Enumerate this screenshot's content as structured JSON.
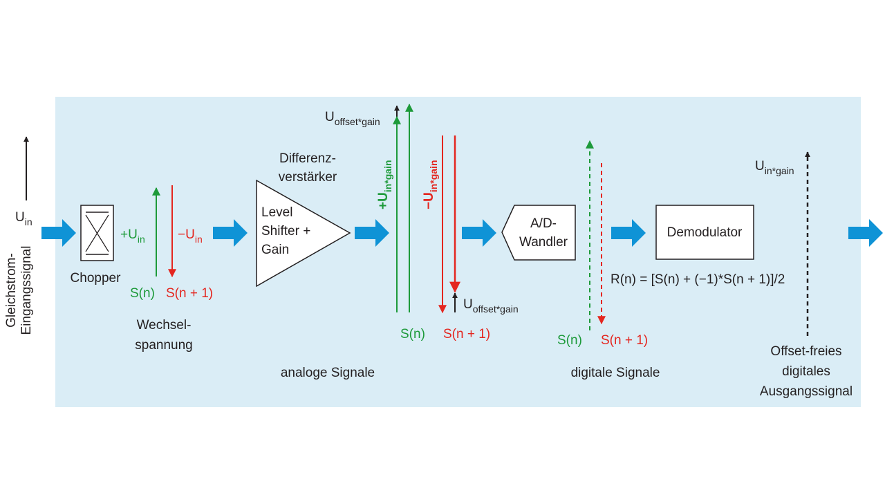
{
  "colors": {
    "panel": "#daedf6",
    "flow_arrow": "#0f93d6",
    "green": "#1d9a3a",
    "red": "#e4261f",
    "black": "#231f20"
  },
  "input": {
    "u_main": "U",
    "u_sub": "in",
    "side_label_line1": "Gleichstrom-",
    "side_label_line2": "Eingangssignal"
  },
  "chopper": {
    "label": "Chopper",
    "plus_u": "+U",
    "plus_u_sub": "in",
    "minus_u": "−U",
    "minus_u_sub": "in",
    "s_n": "S(n)",
    "s_n1": "S(n + 1)",
    "caption_line1": "Wechsel-",
    "caption_line2": "spannung"
  },
  "amplifier": {
    "title_line1": "Differenz-",
    "title_line2": "verstärker",
    "inner_line1": "Level",
    "inner_line2": "Shifter +",
    "inner_line3": "Gain"
  },
  "analog": {
    "offset_top_main": "U",
    "offset_top_sub": "offset*gain",
    "plus_main": "+U",
    "plus_sub": "in*gain",
    "minus_main": "−U",
    "minus_sub": "in*gain",
    "offset_bottom_main": "U",
    "offset_bottom_sub": "offset*gain",
    "s_n": "S(n)",
    "s_n1": "S(n + 1)",
    "caption": "analoge Signale"
  },
  "adc": {
    "line1": "A/D-",
    "line2": "Wandler"
  },
  "digital": {
    "s_n": "S(n)",
    "s_n1": "S(n + 1)",
    "caption": "digitale Signale"
  },
  "demodulator": {
    "label": "Demodulator",
    "formula": "R(n) = [S(n) + (−1)*S(n + 1)]/2"
  },
  "output": {
    "u_main": "U",
    "u_sub": "in*gain",
    "caption_line1": "Offset-freies",
    "caption_line2": "digitales",
    "caption_line3": "Ausgangssignal"
  }
}
